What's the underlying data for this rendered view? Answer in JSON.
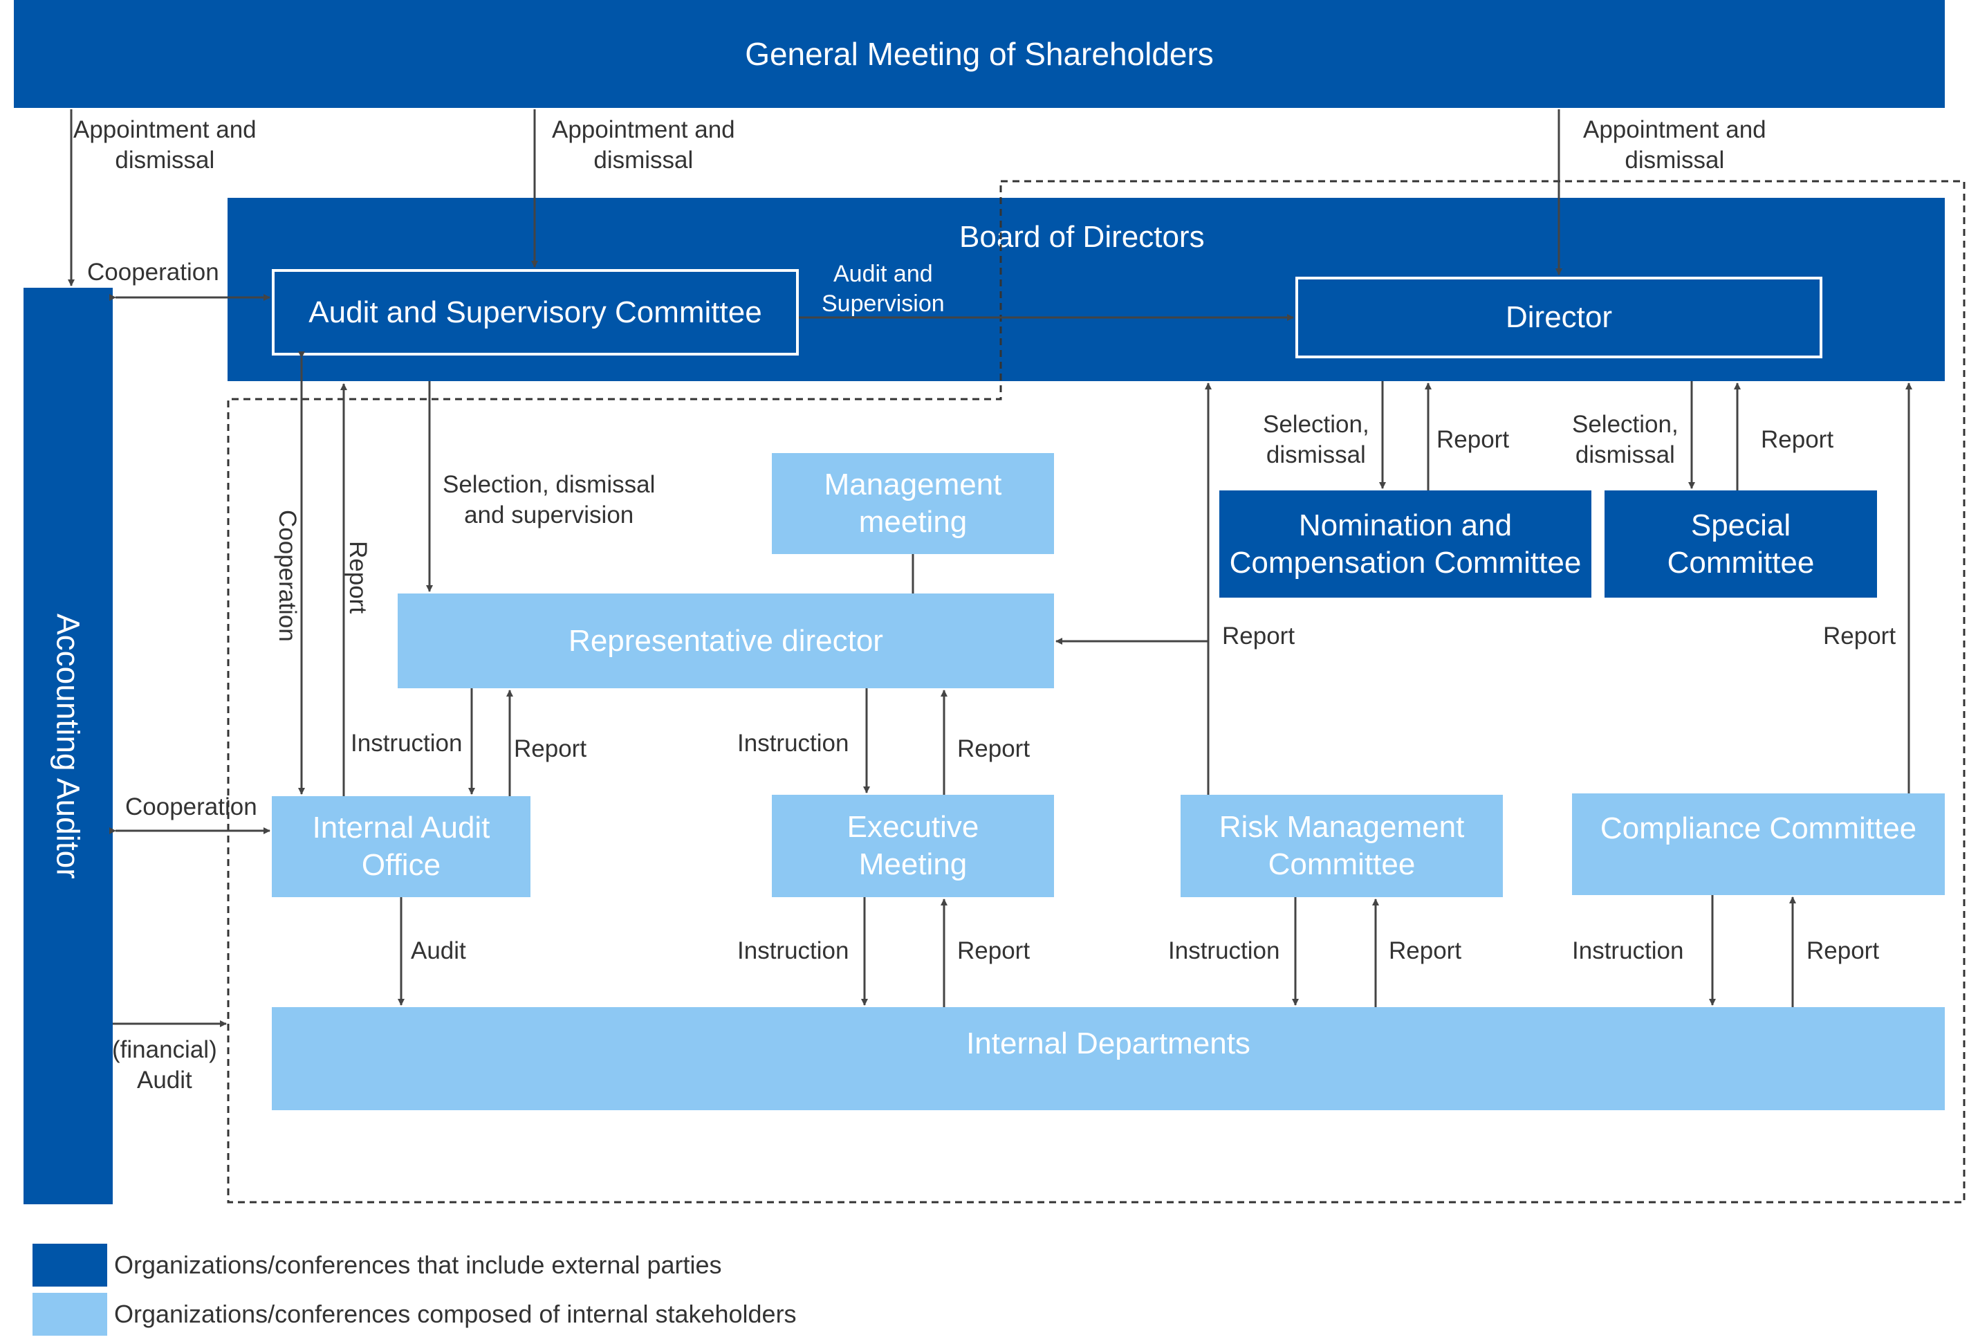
{
  "colors": {
    "dark": "#0055a8",
    "light": "#8dc8f3",
    "line": "#444444"
  },
  "boxes": {
    "gms": "General Meeting of Shareholders",
    "board": "Board of Directors",
    "asc": "Audit and Supervisory Committee",
    "director": "Director",
    "accounting_auditor": "Accounting Auditor",
    "management_meeting": "Management\nmeeting",
    "rep_director": "Representative director",
    "nomination": "Nomination and\nCompensation Committee",
    "special": "Special\nCommittee",
    "internal_audit": "Internal Audit\nOffice",
    "executive": "Executive\nMeeting",
    "risk": "Risk Management\nCommittee",
    "compliance": "Compliance Committee",
    "internal_depts": "Internal Departments"
  },
  "labels": {
    "appt_1": "Appointment and\ndismissal",
    "appt_2": "Appointment and\ndismissal",
    "appt_3": "Appointment and\ndismissal",
    "coop_top": "Cooperation",
    "audit_supervision": "Audit and\nSupervision",
    "coop_vertical": "Cooperation",
    "report_vertical": "Report",
    "sel_dis_sup": "Selection, dismissal\nand supervision",
    "sel_dis_1": "Selection,\ndismissal",
    "report_nom": "Report",
    "sel_dis_2": "Selection,\ndismissal",
    "report_special": "Report",
    "report_risk_rep": "Report",
    "report_comp_board": "Report",
    "instruction_iao": "Instruction",
    "report_iao": "Report",
    "instruction_exec": "Instruction",
    "report_exec": "Report",
    "coop_mid": "Cooperation",
    "audit": "Audit",
    "instruction_exec2": "Instruction",
    "report_exec2": "Report",
    "instruction_risk": "Instruction",
    "report_risk": "Report",
    "instruction_comp": "Instruction",
    "report_comp": "Report",
    "financial_audit": "(financial)\nAudit"
  },
  "legend": {
    "dark_text": "Organizations/conferences that include external parties",
    "light_text": "Organizations/conferences composed of internal stakeholders"
  }
}
